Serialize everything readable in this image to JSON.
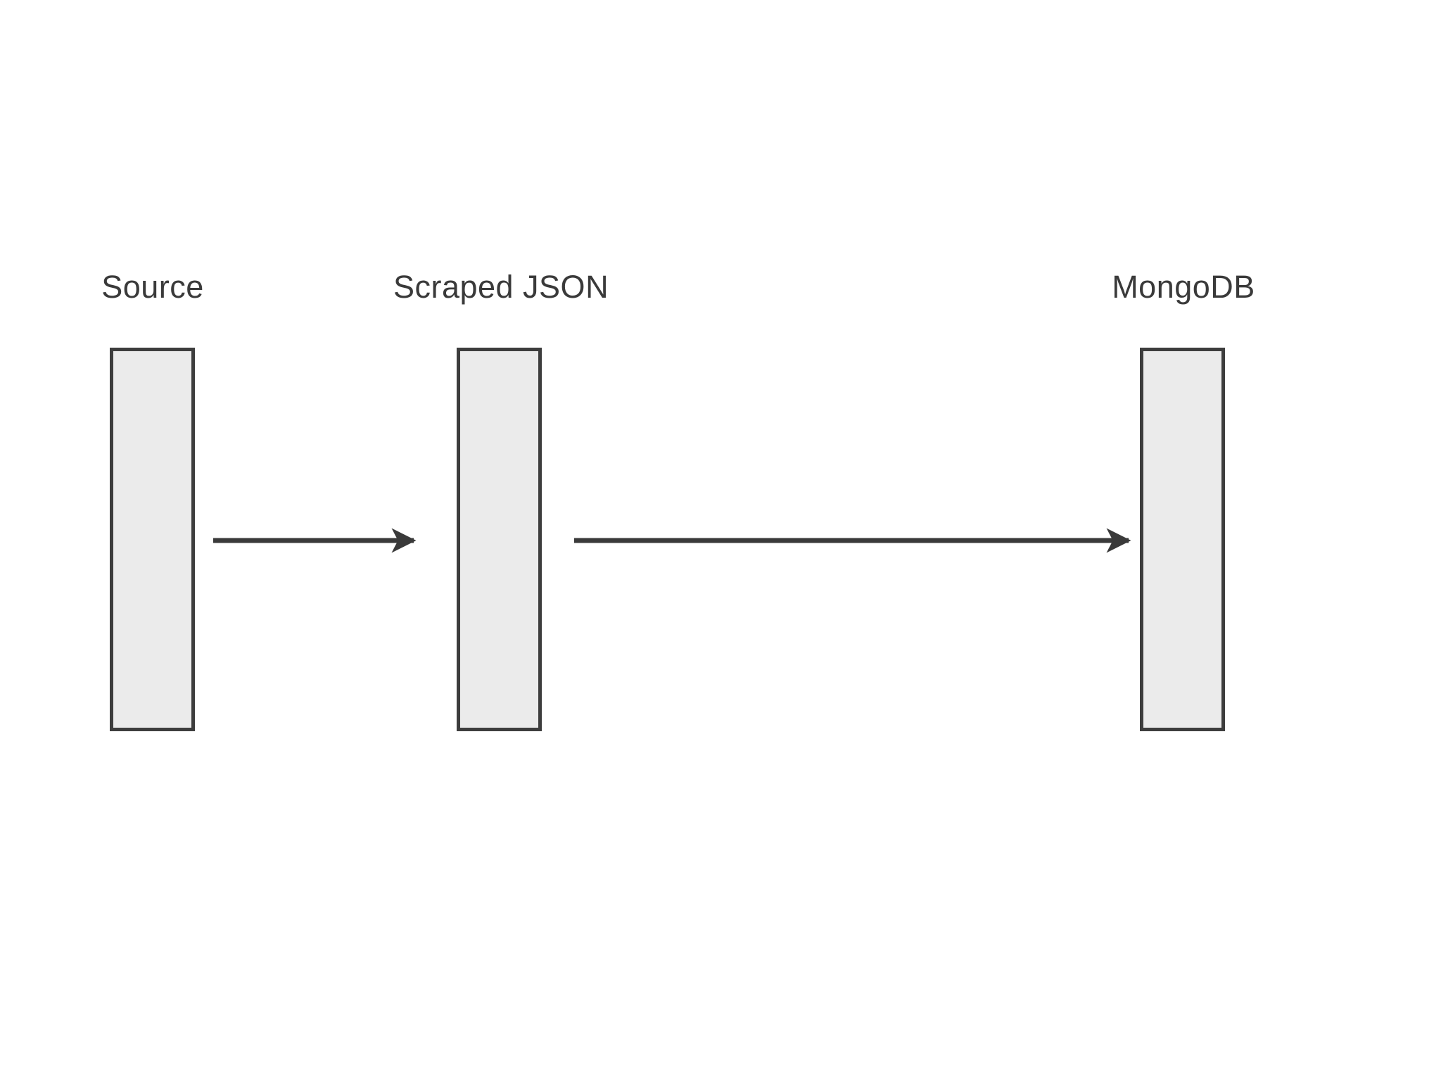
{
  "diagram": {
    "type": "flow",
    "background_color": "#ffffff",
    "box_fill_color": "#ebebeb",
    "box_stroke_color": "#3d3d3d",
    "text_color": "#3a3a3a",
    "arrow_color": "#3a3a3a",
    "nodes": [
      {
        "id": "source",
        "label": "Source"
      },
      {
        "id": "scraped-json",
        "label": "Scraped JSON"
      },
      {
        "id": "mongodb",
        "label": "MongoDB"
      }
    ],
    "edges": [
      {
        "from": "Source",
        "to": "Scraped JSON",
        "style": "arrow-right"
      },
      {
        "from": "Scraped JSON",
        "to": "MongoDB",
        "style": "arrow-right"
      }
    ]
  }
}
